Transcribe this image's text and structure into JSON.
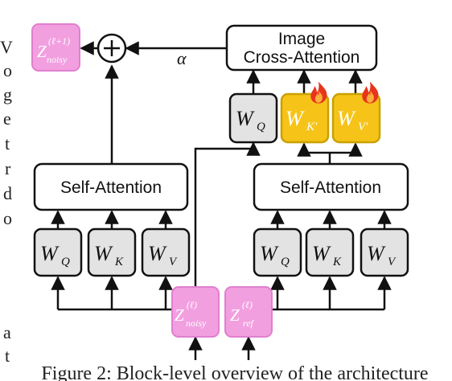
{
  "left_margin_text": {
    "lines": [
      "V",
      "o",
      "g",
      "e",
      "t",
      "r",
      "d",
      "o",
      "",
      "",
      "a",
      "t"
    ]
  },
  "caption": {
    "text": "Figure 2: Block-level overview of the architecture"
  },
  "nodes": {
    "z_out": {
      "base": "Z",
      "sup": "(ℓ+1)",
      "sub": "noisy"
    },
    "plus": {
      "symbol": "+"
    },
    "alpha": {
      "symbol": "α"
    },
    "image_cross_attention": {
      "line1": "Image",
      "line2": "Cross-Attention"
    },
    "wq_cross": {
      "base": "W",
      "sub": "Q"
    },
    "wk_prime": {
      "base": "W",
      "sub": "K′"
    },
    "wv_prime": {
      "base": "W",
      "sub": "V′"
    },
    "self_attention_left": {
      "label": "Self-Attention"
    },
    "self_attention_right": {
      "label": "Self-Attention"
    },
    "left_wq": {
      "base": "W",
      "sub": "Q"
    },
    "left_wk": {
      "base": "W",
      "sub": "K"
    },
    "left_wv": {
      "base": "W",
      "sub": "V"
    },
    "right_wq": {
      "base": "W",
      "sub": "Q"
    },
    "right_wk": {
      "base": "W",
      "sub": "K"
    },
    "right_wv": {
      "base": "W",
      "sub": "V"
    },
    "z_noisy": {
      "base": "Z",
      "sup": "(ℓ)",
      "sub": "noisy"
    },
    "z_ref": {
      "base": "Z",
      "sup": "(ℓ)",
      "sub": "ref"
    }
  },
  "colors": {
    "pink_fill": "#f29fe0",
    "pink_stroke": "#e07fcf",
    "gray_fill": "#e3e3e3",
    "gold_fill": "#f6c419",
    "gold_stroke": "#caa000",
    "flame_outer": "#e8341c",
    "flame_inner": "#fbb03b",
    "line": "#111111"
  },
  "icons": {
    "flame": "flame-icon"
  }
}
